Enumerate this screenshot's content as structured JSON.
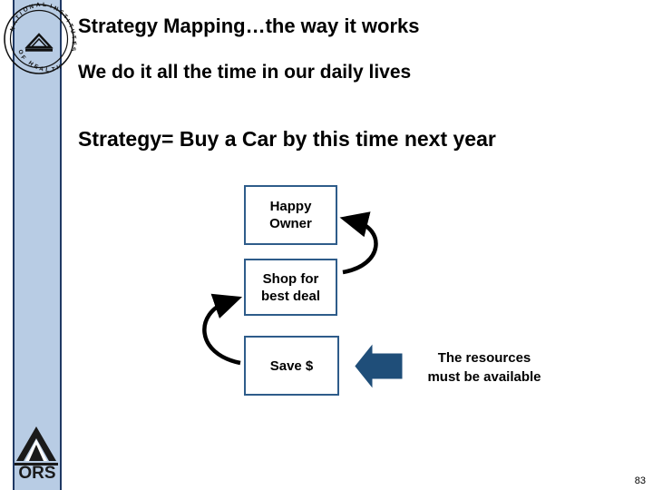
{
  "slide": {
    "title": "Strategy Mapping…the way it works",
    "subtitle": "We do it all the time in our daily lives",
    "strategy_line": "Strategy= Buy a Car by this time next year",
    "page_number": "83"
  },
  "logos": {
    "nih_alt": "nih-seal-logo",
    "ors_label": "ORS"
  },
  "flow": {
    "boxes": [
      {
        "id": "happy-owner",
        "label": "Happy\nOwner"
      },
      {
        "id": "shop-best-deal",
        "label": "Shop for\nbest deal"
      },
      {
        "id": "save",
        "label": "Save $"
      }
    ],
    "note": "The resources\nmust be available"
  },
  "colors": {
    "band_fill": "#b8cce4",
    "band_border": "#1f3864",
    "box_border": "#2e5c8a",
    "arrow_fill": "#1f4e79",
    "text": "#000000"
  }
}
